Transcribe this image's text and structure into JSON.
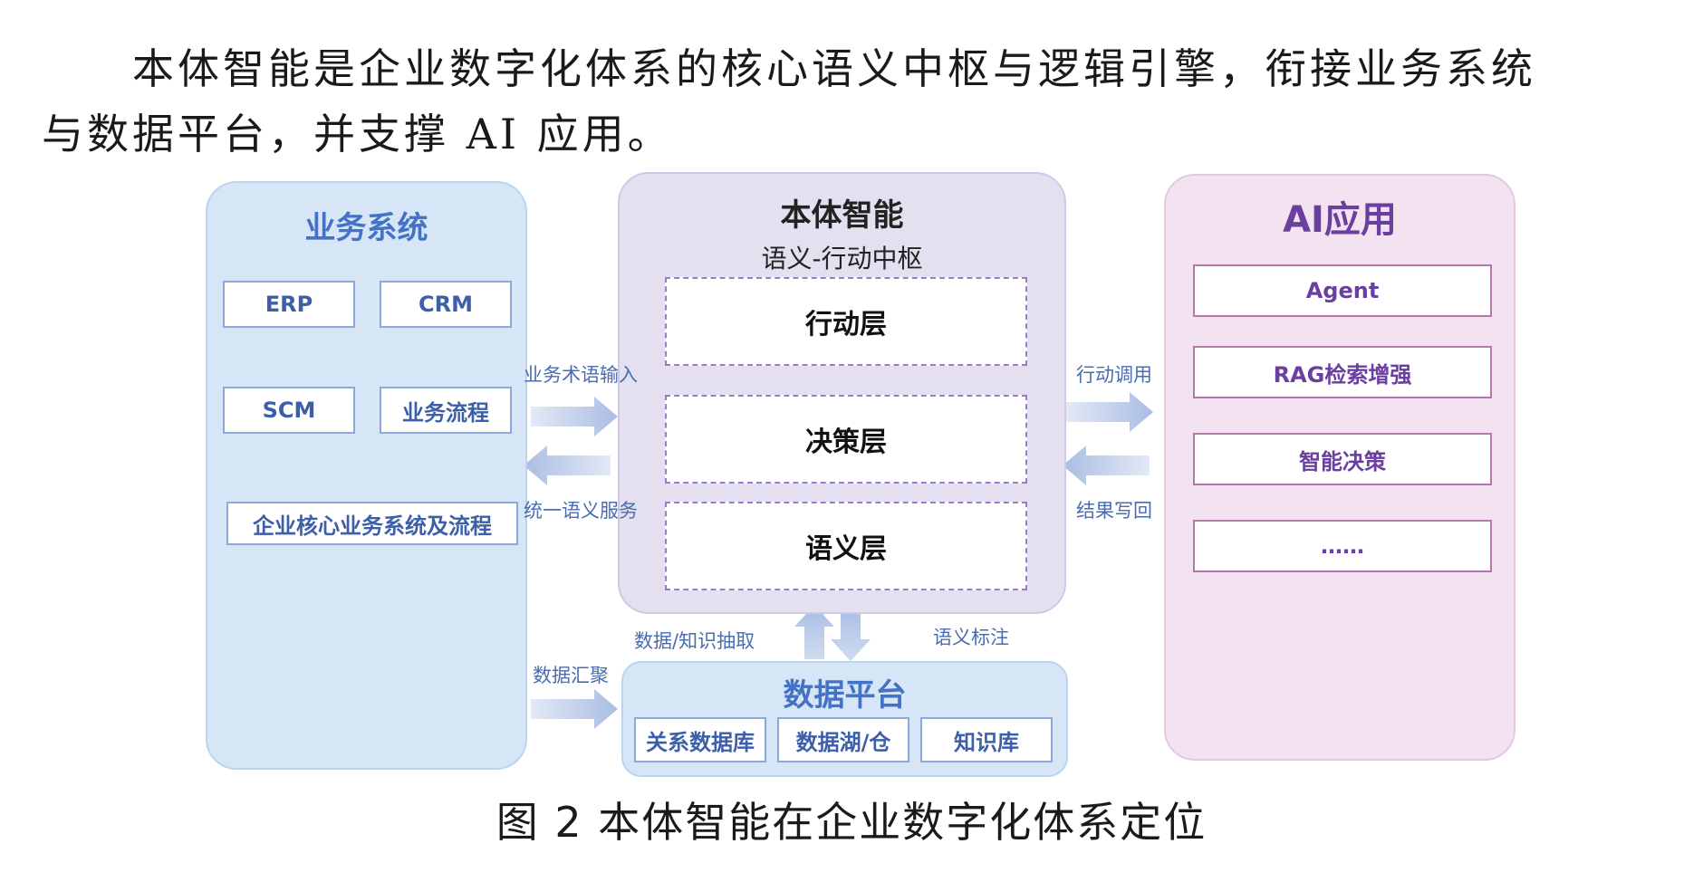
{
  "intro": {
    "line1": "本体智能是企业数字化体系的核心语义中枢与逻辑引擎，衔接业务系统",
    "line2": "与数据平台，并支撑 AI 应用。"
  },
  "business": {
    "title": "业务系统",
    "items": [
      "ERP",
      "CRM",
      "SCM",
      "业务流程"
    ],
    "core": "企业核心业务系统及流程"
  },
  "ontology": {
    "title": "本体智能",
    "subtitle": "语义-行动中枢",
    "layers": [
      "行动层",
      "决策层",
      "语义层"
    ]
  },
  "data_platform": {
    "title": "数据平台",
    "items": [
      "关系数据库",
      "数据湖/仓",
      "知识库"
    ]
  },
  "ai_apps": {
    "title": "AI应用",
    "items": [
      "Agent",
      "RAG检索增强",
      "智能决策",
      "……"
    ]
  },
  "arrows": {
    "biz_to_onto": "业务术语输入",
    "onto_to_biz": "统一语义服务",
    "onto_to_ai": "行动调用",
    "ai_to_onto": "结果写回",
    "data_to_onto": "数据/知识抽取",
    "onto_to_data": "语义标注",
    "biz_to_data": "数据汇聚"
  },
  "caption": "图 2 本体智能在企业数字化体系定位"
}
